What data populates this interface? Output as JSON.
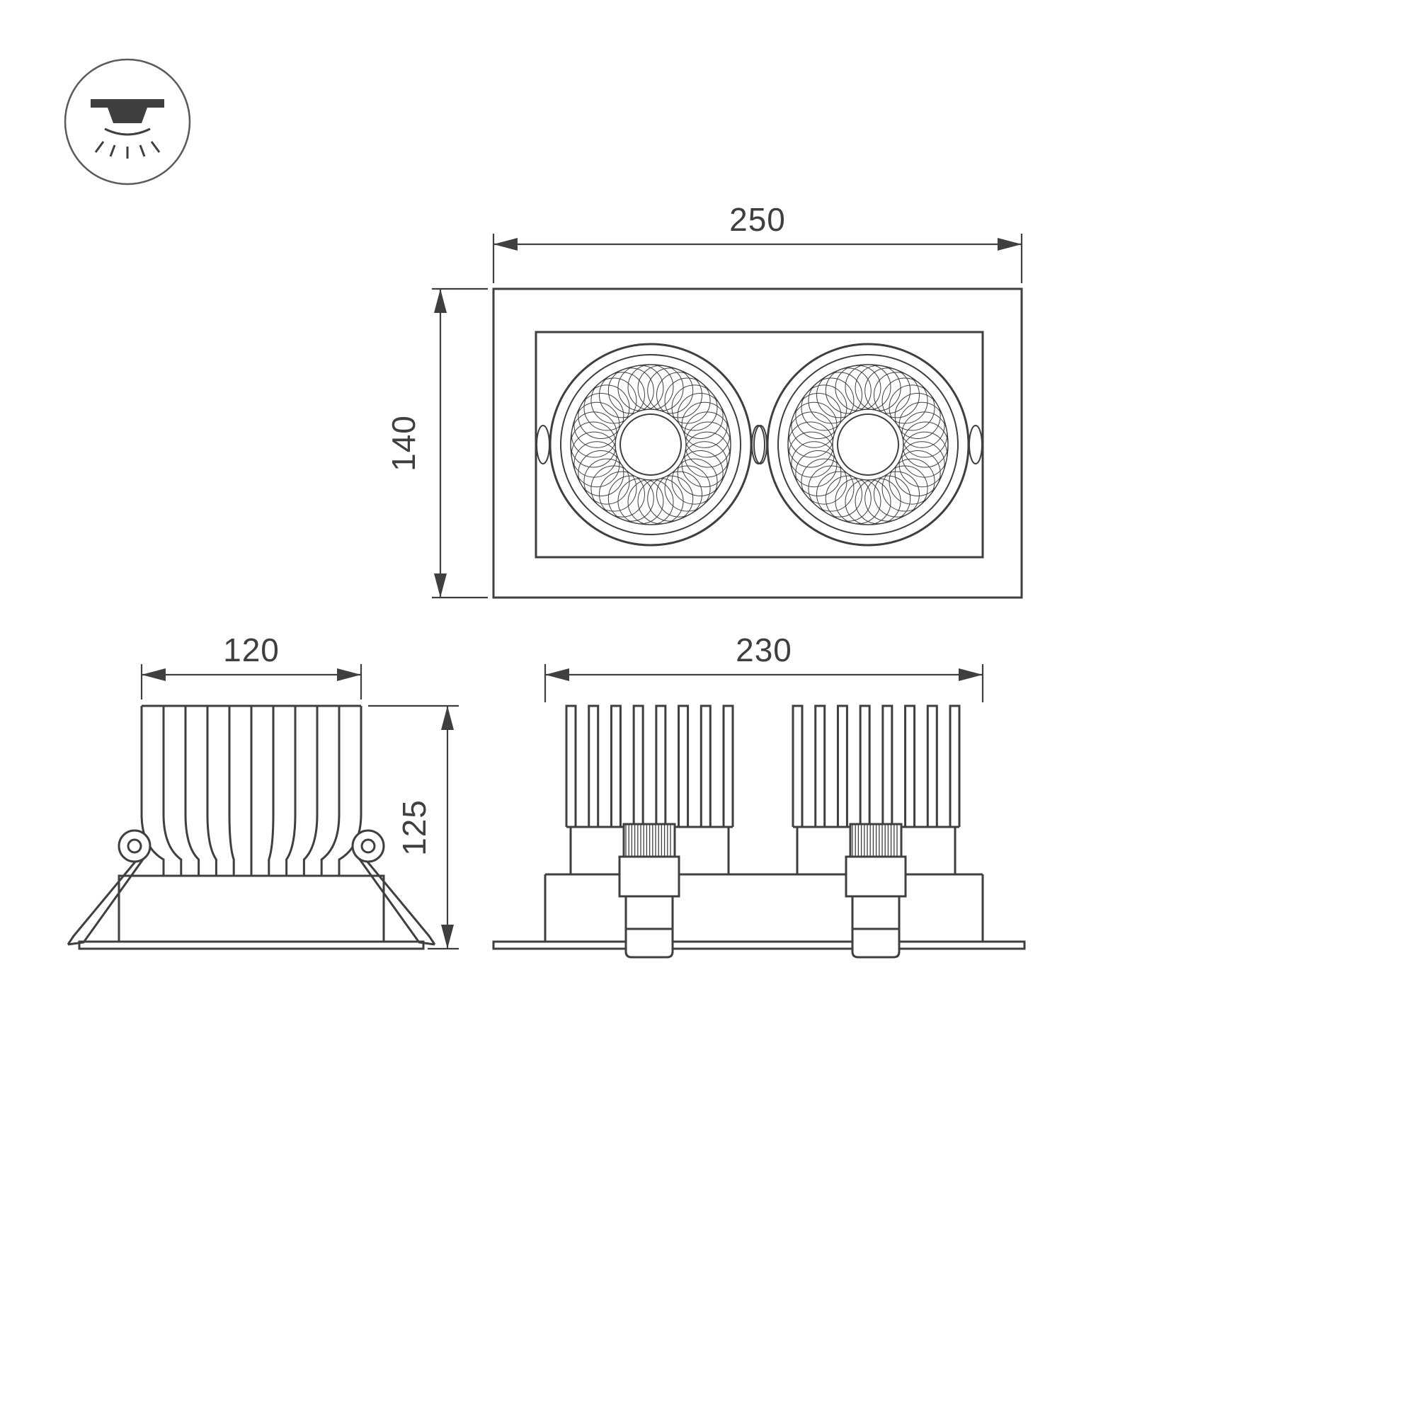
{
  "dimensions": {
    "front_width": "250",
    "front_height": "140",
    "side_width": "120",
    "side_height": "125",
    "rear_width": "230"
  },
  "icon": {
    "name": "recessed-downlight-icon"
  },
  "colors": {
    "line": "#3f3f3f",
    "background": "#ffffff"
  }
}
